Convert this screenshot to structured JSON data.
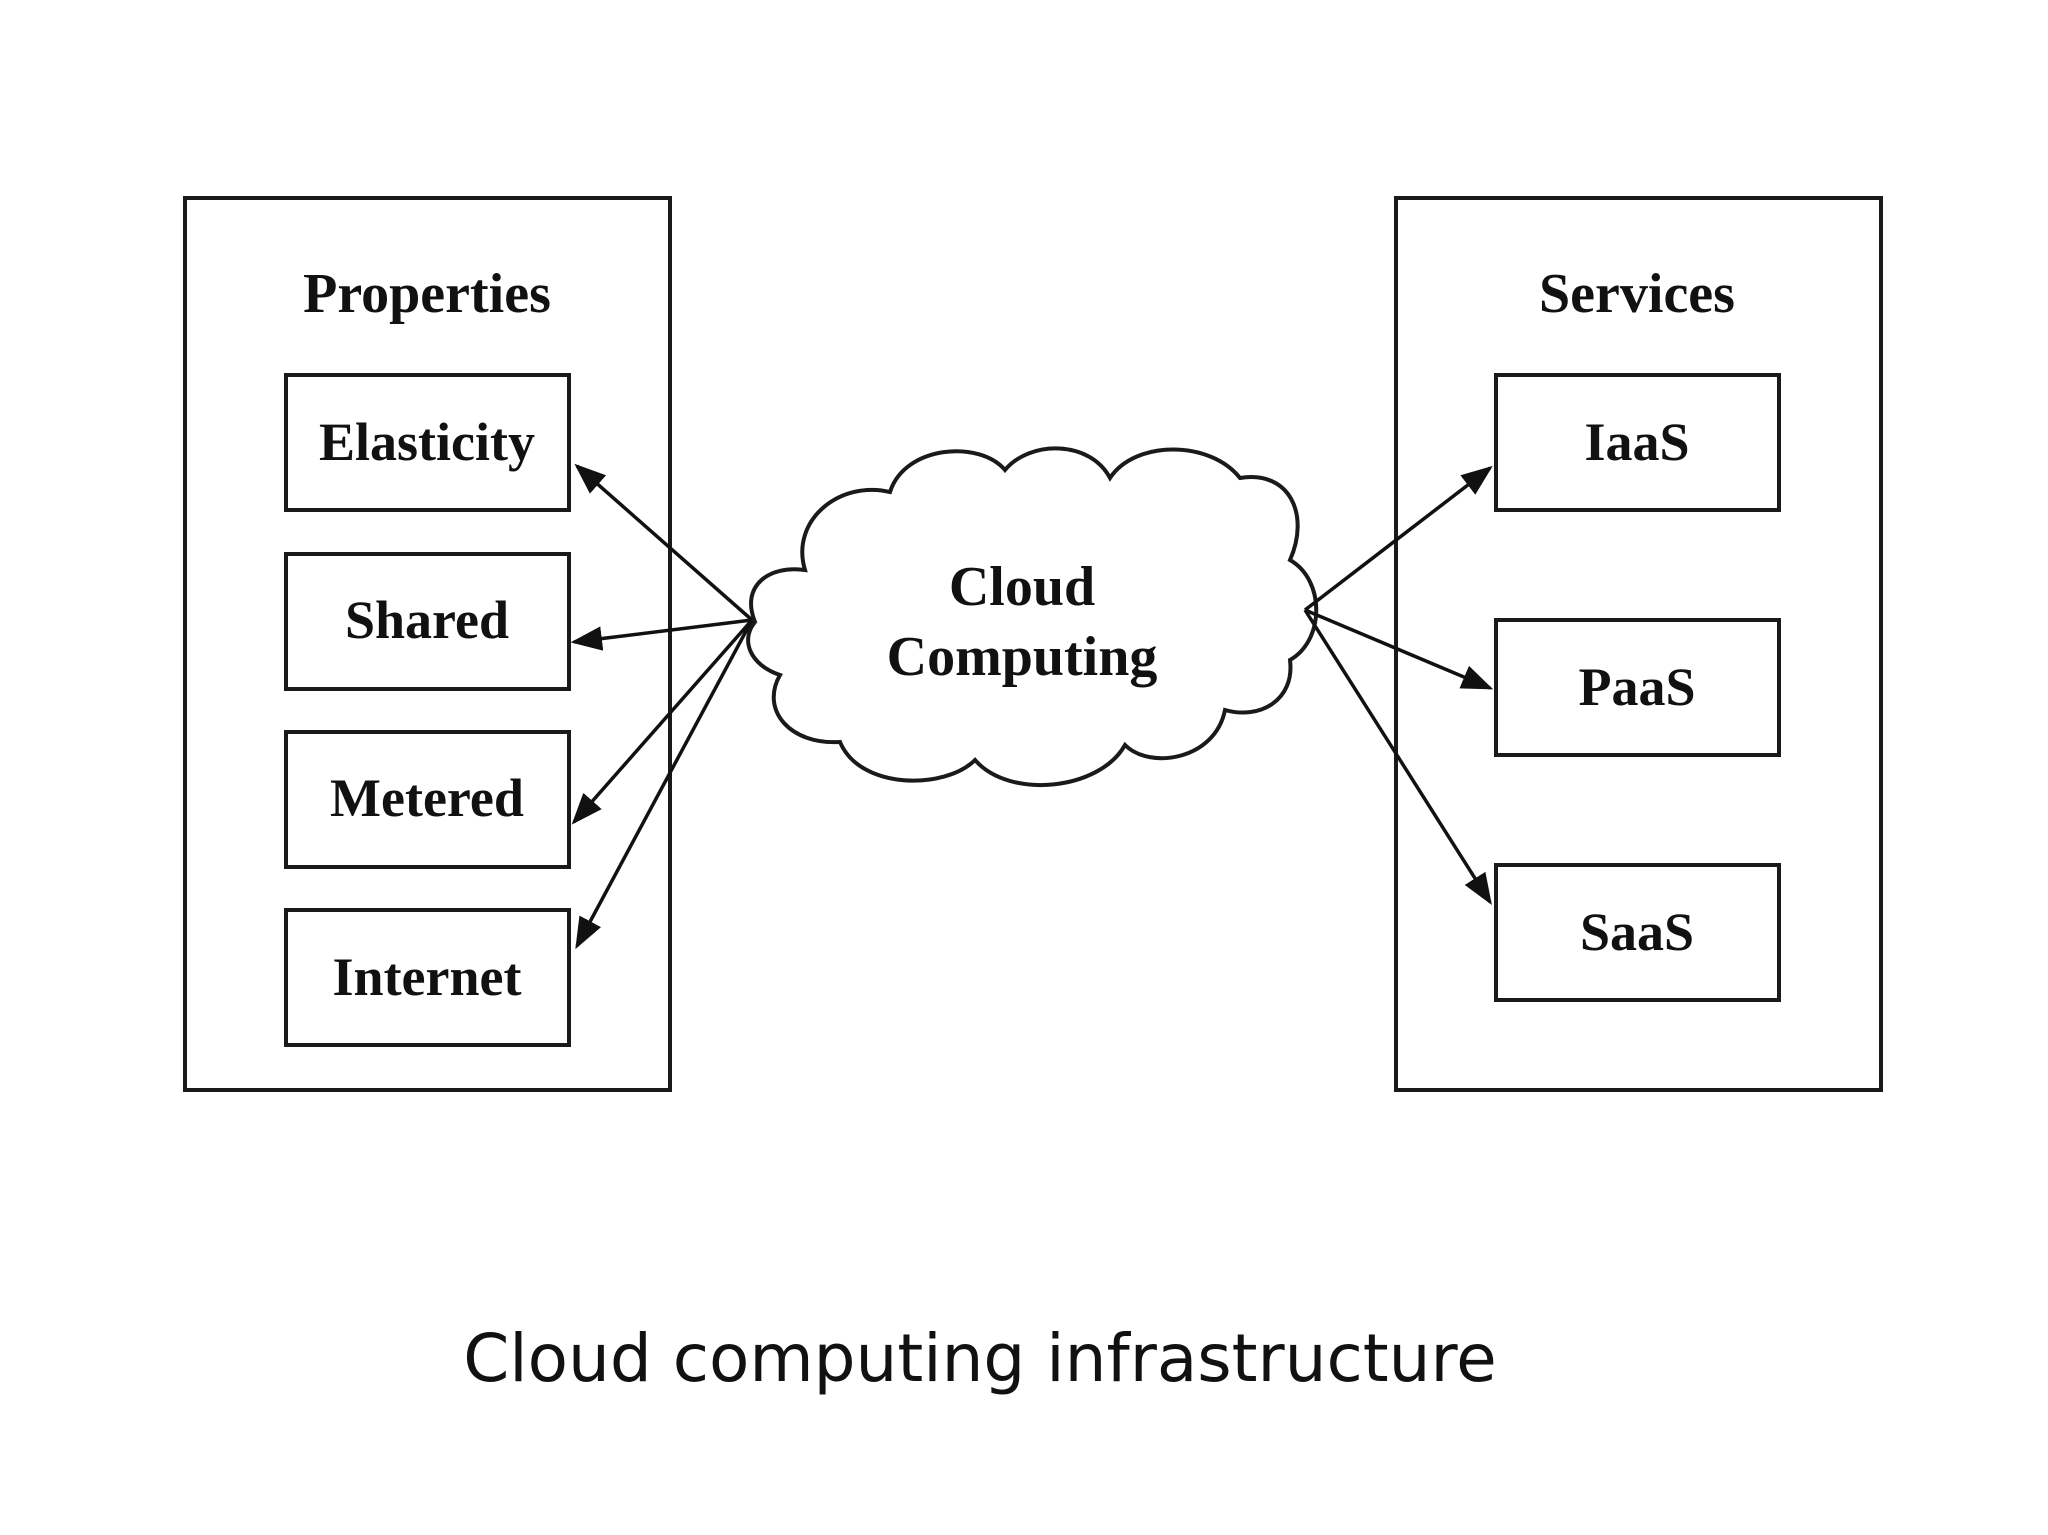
{
  "diagram": {
    "left_panel": {
      "title": "Properties",
      "items": [
        "Elasticity",
        "Shared",
        "Metered",
        "Internet"
      ]
    },
    "center": {
      "line1": "Cloud",
      "line2": "Computing"
    },
    "right_panel": {
      "title": "Services",
      "items": [
        "IaaS",
        "PaaS",
        "SaaS"
      ]
    }
  },
  "caption": "Cloud computing infrastructure"
}
